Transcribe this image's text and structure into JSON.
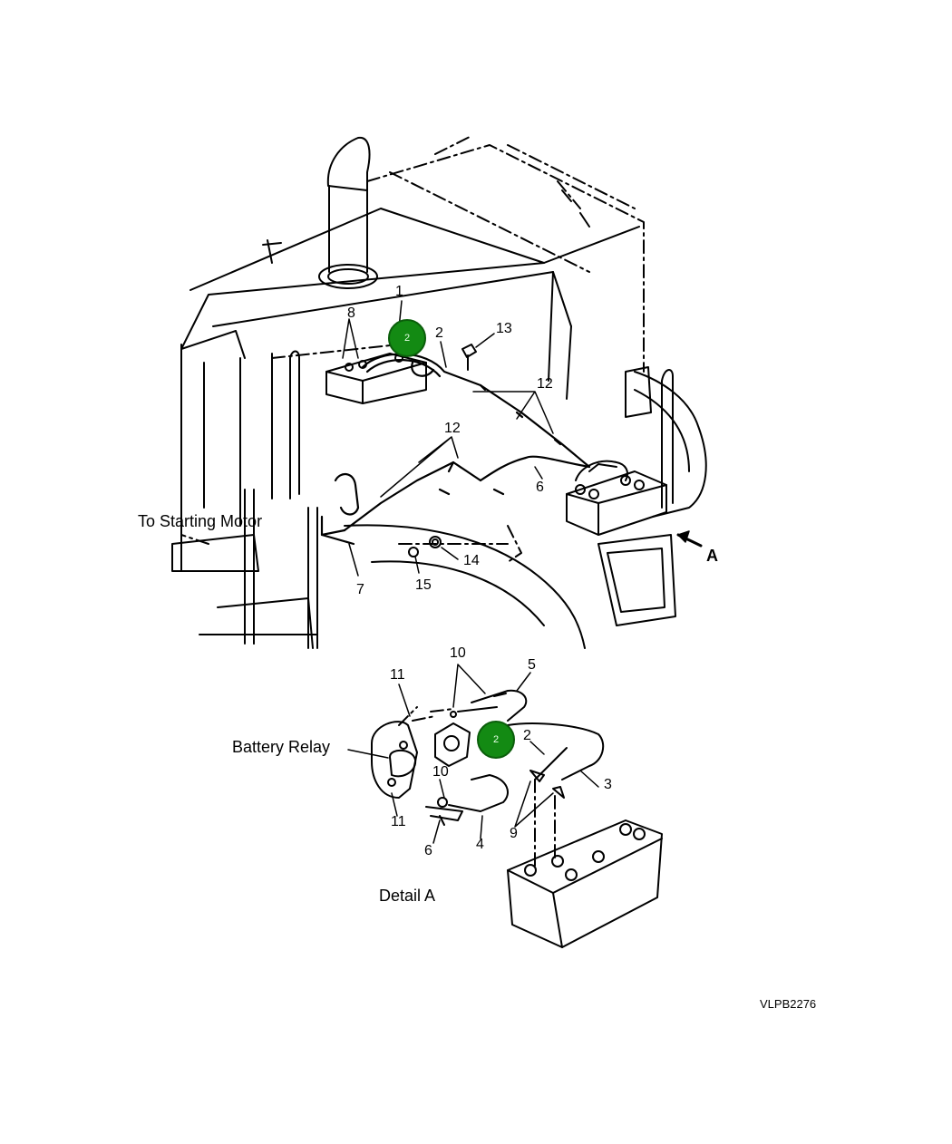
{
  "callouts": {
    "c1": "1",
    "c2": "2",
    "c8": "8",
    "c13": "13",
    "c12a": "12",
    "c12b": "12",
    "c6": "6",
    "c7": "7",
    "c14": "14",
    "c15": "15",
    "cA": "A",
    "d10a": "10",
    "d5": "5",
    "d11a": "11",
    "d2": "2",
    "d3": "3",
    "d10b": "10",
    "d11b": "11",
    "d9": "9",
    "d6": "6",
    "d4": "4"
  },
  "labels": {
    "starting_motor": "To Starting Motor",
    "battery_relay": "Battery Relay",
    "detail_a": "Detail A",
    "figure_code": "VLPB2276"
  },
  "markers": {
    "m1": "2",
    "m2": "2"
  },
  "colors": {
    "marker_fill": "#138a13",
    "line": "#000000"
  }
}
